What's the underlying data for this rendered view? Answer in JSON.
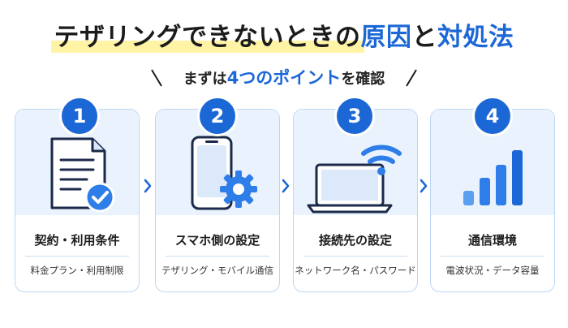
{
  "title": {
    "part1": "テザリングできないときの",
    "part2": "原因",
    "part3": "と",
    "part4": "対処法"
  },
  "subtitle": {
    "prefix": "まずは",
    "highlight": "4つのポイント",
    "suffix": "を確認"
  },
  "cards": [
    {
      "number": "1",
      "title": "契約・利用条件",
      "desc": "料金プラン・利用制限",
      "icon": "document-check-icon"
    },
    {
      "number": "2",
      "title": "スマホ側の設定",
      "desc": "テザリング・モバイル通信",
      "icon": "phone-gear-icon"
    },
    {
      "number": "3",
      "title": "接続先の設定",
      "desc": "ネットワーク名・パスワード",
      "icon": "laptop-wifi-icon"
    },
    {
      "number": "4",
      "title": "通信環境",
      "desc": "電波状況・データ容量",
      "icon": "signal-bars-icon"
    }
  ],
  "colors": {
    "accent": "#1b67d6",
    "highlight": "#fff3a6",
    "card_bg": "#eaf3fd",
    "card_border": "#bcd7f3"
  }
}
